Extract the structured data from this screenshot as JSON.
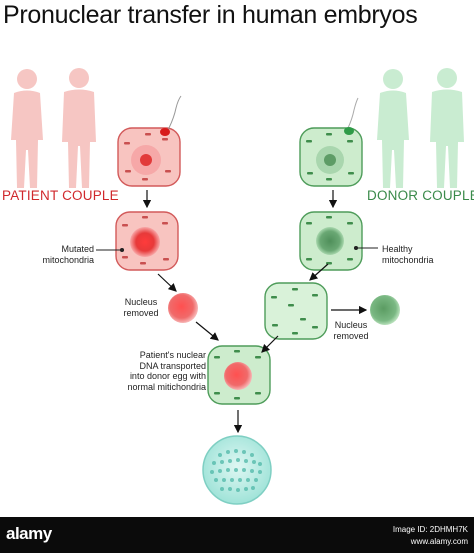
{
  "title": "Pronuclear transfer in human embryos",
  "patient_label": "PATIENT COUPLE",
  "donor_label": "DONOR COUPLE",
  "labels": {
    "mutated": "Mutated\nmitochondria",
    "healthy": "Healthy\nmitochondria",
    "nucleus_removed_left": "Nucleus\nremoved",
    "nucleus_removed_right": "Nucleus\nremoved",
    "transport": "Patient's nuclear\nDNA transported\ninto donor egg with\nnormal mitichondria"
  },
  "watermark": {
    "logo": "alamy",
    "image_id_line": "Image ID: 2DHMH7K",
    "site": "www.alamy.com"
  },
  "colors": {
    "patient": "#d0282c",
    "donor": "#3a8a4a",
    "patient_cell": "#f8c4c0",
    "donor_cell": "#cdeccd"
  }
}
